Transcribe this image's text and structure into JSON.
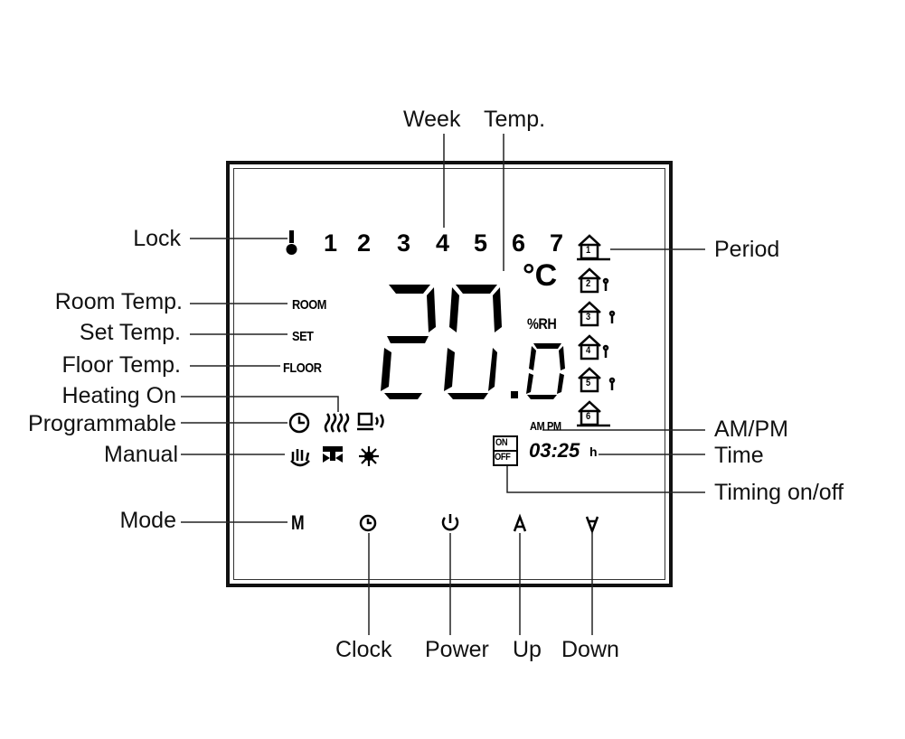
{
  "callouts": {
    "week": "Week",
    "temp": "Temp.",
    "lock": "Lock",
    "room_temp": "Room Temp.",
    "set_temp": "Set Temp.",
    "floor_temp": "Floor Temp.",
    "heating_on": "Heating On",
    "programmable": "Programmable",
    "manual": "Manual",
    "mode": "Mode",
    "period": "Period",
    "ampm": "AM/PM",
    "time": "Time",
    "timing": "Timing on/off",
    "clock": "Clock",
    "power": "Power",
    "up": "Up",
    "down": "Down"
  },
  "display": {
    "days": [
      "1",
      "2",
      "3",
      "4",
      "5",
      "6",
      "7"
    ],
    "main_temp": "20",
    "decimal": "0",
    "unit": "°C",
    "humidity_unit": "%RH",
    "room_tag": "ROOM",
    "set_tag": "SET",
    "floor_tag": "FLOOR",
    "ampm": "AM PM",
    "time": "03:25",
    "time_suffix": "h",
    "on_label": "ON",
    "off_label": "OFF",
    "mode_key": "M",
    "period_numbers": [
      "1",
      "2",
      "3",
      "4",
      "5",
      "6"
    ]
  }
}
